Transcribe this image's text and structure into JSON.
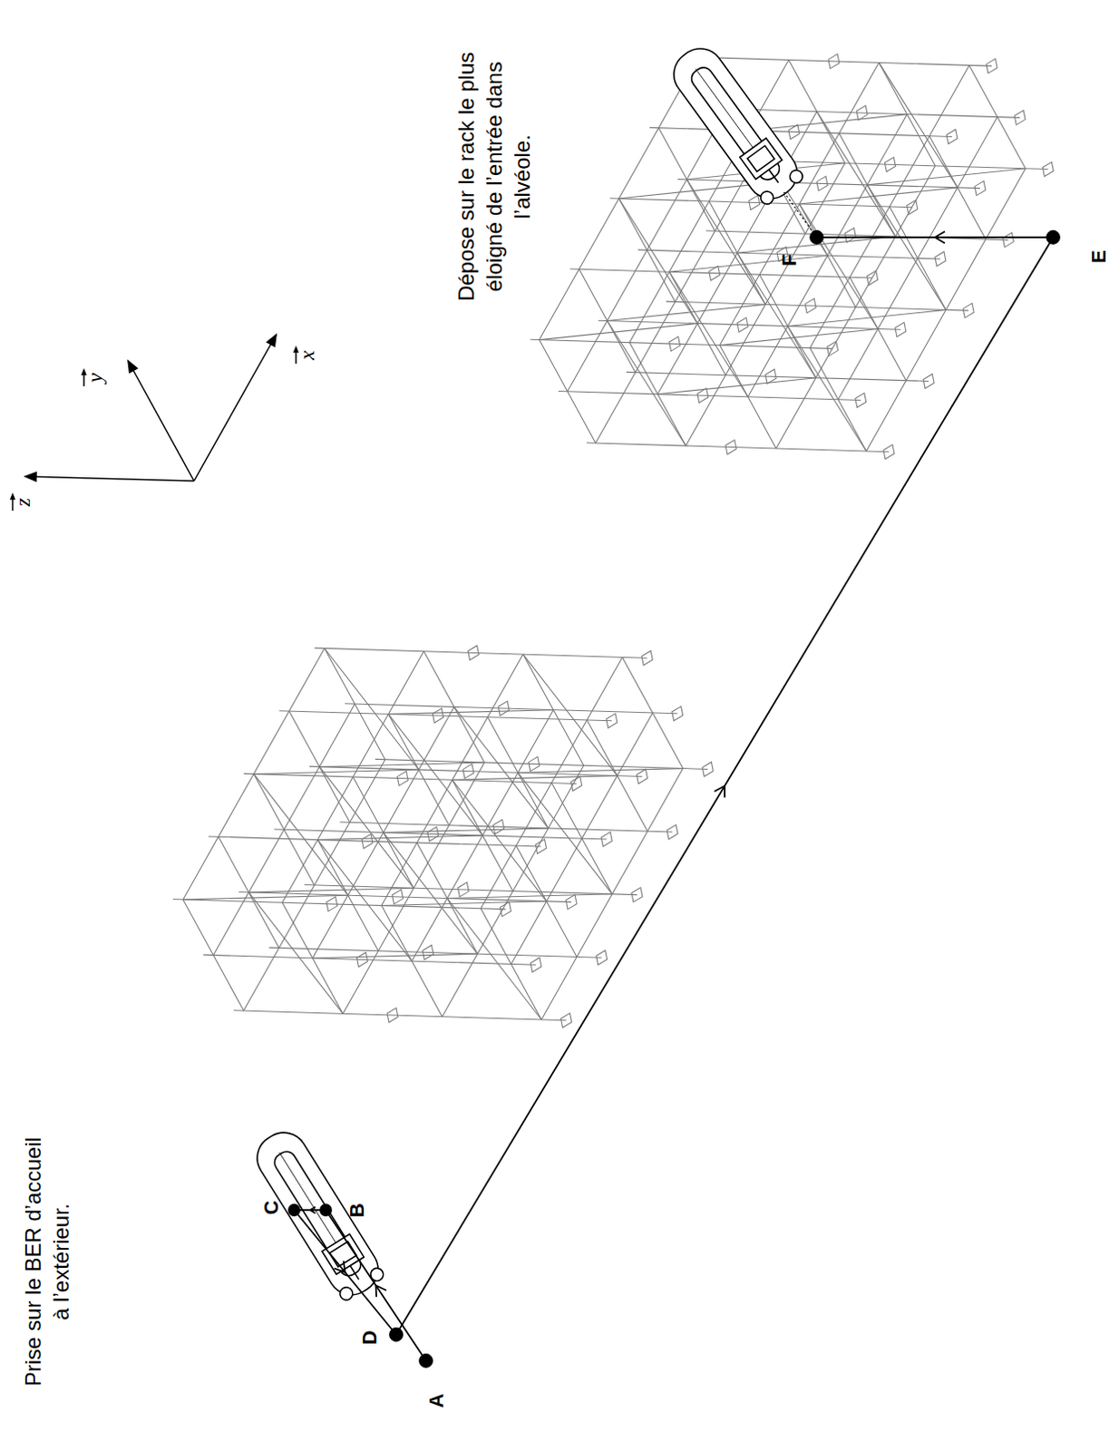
{
  "diagram": {
    "labels": [
      "Prise sur le BER d’accueil à l’extérieur.",
      "Dépose sur le rack le plus éloigné de l’entrée dans l’alvéole.",
      "A",
      "B",
      "C",
      "D",
      "E",
      "F",
      "x",
      "y",
      "z"
    ]
  }
}
